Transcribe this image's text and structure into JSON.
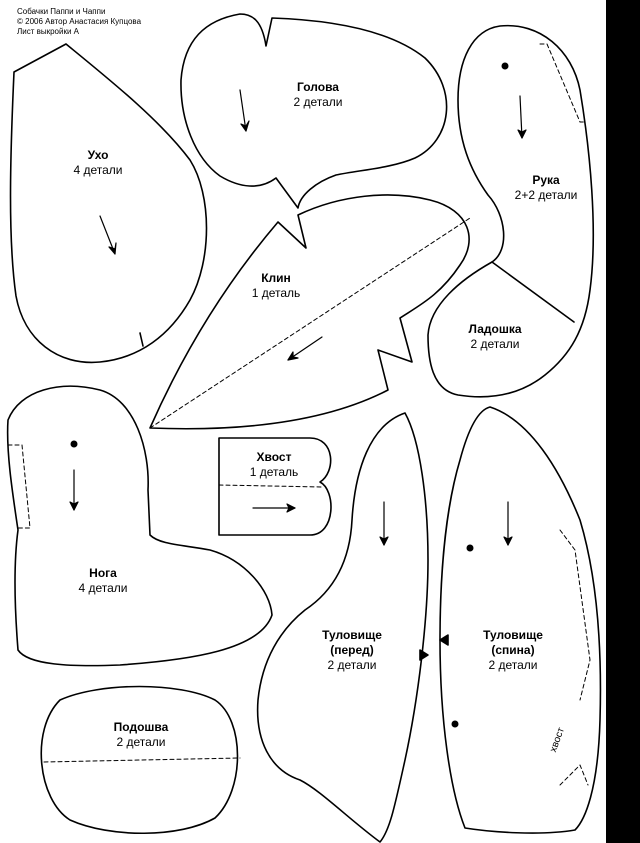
{
  "header": {
    "line1": "Собачки Паппи и Чаппи",
    "line2": "© 2006 Автор Анастасия Купцова",
    "line3": "Лист выкройки А"
  },
  "pieces": {
    "uho": {
      "name": "Ухо",
      "count": "4 детали"
    },
    "golova": {
      "name": "Голова",
      "count": "2 детали"
    },
    "ruka": {
      "name": "Рука",
      "count": "2+2 детали"
    },
    "ladoshka": {
      "name": "Ладошка",
      "count": "2 детали"
    },
    "klin": {
      "name": "Клин",
      "count": "1 деталь"
    },
    "hvost": {
      "name": "Хвост",
      "count": "1 деталь"
    },
    "noga": {
      "name": "Нога",
      "count": "4 детали"
    },
    "tul_pered": {
      "name": "Туловище",
      "sub": "(перед)",
      "count": "2 детали"
    },
    "tul_spina": {
      "name": "Туловище",
      "sub": "(спина)",
      "count": "2 детали"
    },
    "podoshva": {
      "name": "Подошва",
      "count": "2 детали"
    },
    "hvost_mark": "хвост"
  }
}
